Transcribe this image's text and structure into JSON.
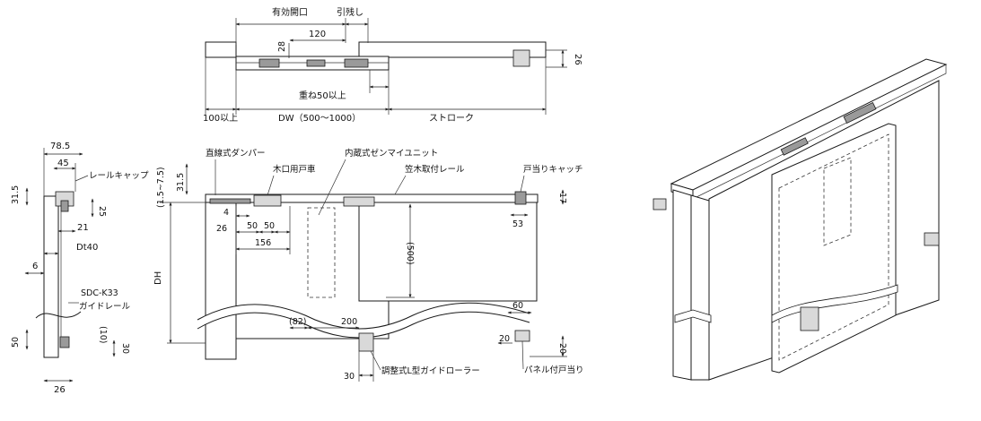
{
  "top_view": {
    "effective_opening": "有効開口",
    "pull_margin": "引残し",
    "dim_120": "120",
    "dim_28": "28",
    "dim_26": "26",
    "overlap": "重ね50以上",
    "dim_100": "100以上",
    "dw": "DW（500～1000）",
    "stroke": "ストローク"
  },
  "side_view": {
    "dim_78_5": "78.5",
    "dim_45": "45",
    "rail_cap": "レールキャップ",
    "dim_31_5": "31.5",
    "dim_25": "25",
    "dim_21": "21",
    "dt40": "Dt40",
    "dim_6": "6",
    "model": "SDC-K33",
    "guide_rail": "ガイドレール",
    "dim_50": "50",
    "dim_10": "(10)",
    "dim_30": "30",
    "dim_26b": "26"
  },
  "front_view": {
    "linear_damper": "直線式ダンパー",
    "built_in_spring": "内蔵式ゼンマイユニット",
    "wood_roller": "木口用戸車",
    "kasagi_rail": "笠木取付レール",
    "door_catch": "戸当りキャッチ",
    "dim_1_5_7_5": "(1.5~7.5)",
    "dim_31_5": "31.5",
    "dim_17": "17",
    "dim_4": "4",
    "dim_26": "26",
    "dim_50a": "50",
    "dim_50b": "50",
    "dim_156": "156",
    "dim_53": "53",
    "dim_500": "(500)",
    "dh": "DH",
    "dim_82": "(82)",
    "dim_200": "200",
    "dim_60": "60",
    "dim_20a": "20",
    "dim_20b": "20",
    "dim_30": "30",
    "l_guide_roller": "調整式L型ガイドローラー",
    "panel_stop": "パネル付戸当り"
  }
}
